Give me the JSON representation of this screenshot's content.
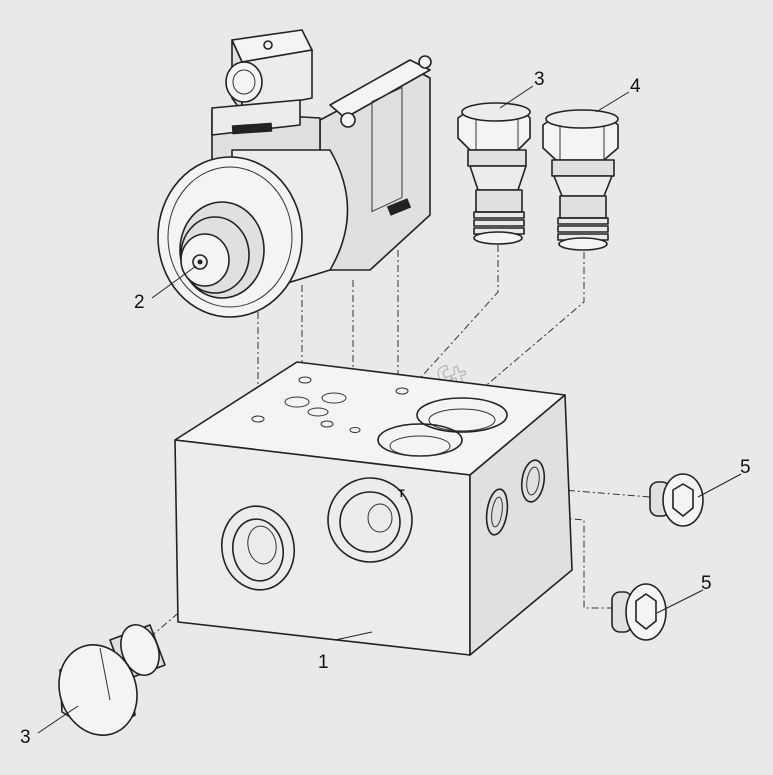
{
  "watermark": "AutoSoft",
  "port_label": "T",
  "callouts": {
    "block": "1",
    "solenoid_valve": "2",
    "cartridge_top": "3",
    "cartridge_right": "4",
    "plug_upper": "5",
    "plug_lower": "5",
    "plug_bottom_left": "3"
  }
}
